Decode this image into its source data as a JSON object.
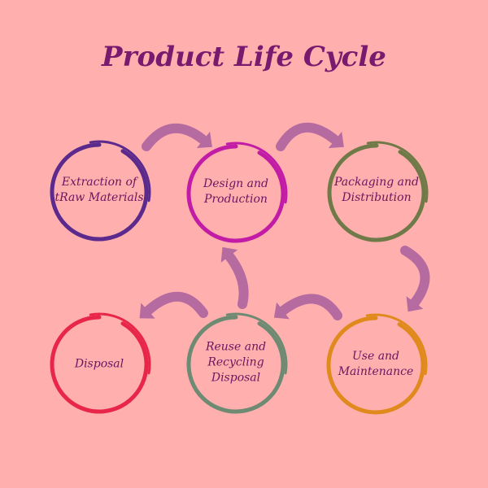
{
  "title": "Product Life Cycle",
  "stages": [
    {
      "label": "Extraction of\ntRaw Materials",
      "color": "#5b2a8c"
    },
    {
      "label": "Design and\nProduction",
      "color": "#c21ca6"
    },
    {
      "label": "Packaging and\nDistribution",
      "color": "#6f7a48"
    },
    {
      "label": "Use and\nMaintenance",
      "color": "#e08a1e"
    },
    {
      "label": "Reuse and\nRecycling\nDisposal",
      "color": "#6f8a72"
    },
    {
      "label": "Disposal",
      "color": "#e8264a"
    }
  ],
  "colors": {
    "background": "#ffb0ae",
    "title": "#7a1a6e",
    "arrow": "#b56aa0"
  }
}
